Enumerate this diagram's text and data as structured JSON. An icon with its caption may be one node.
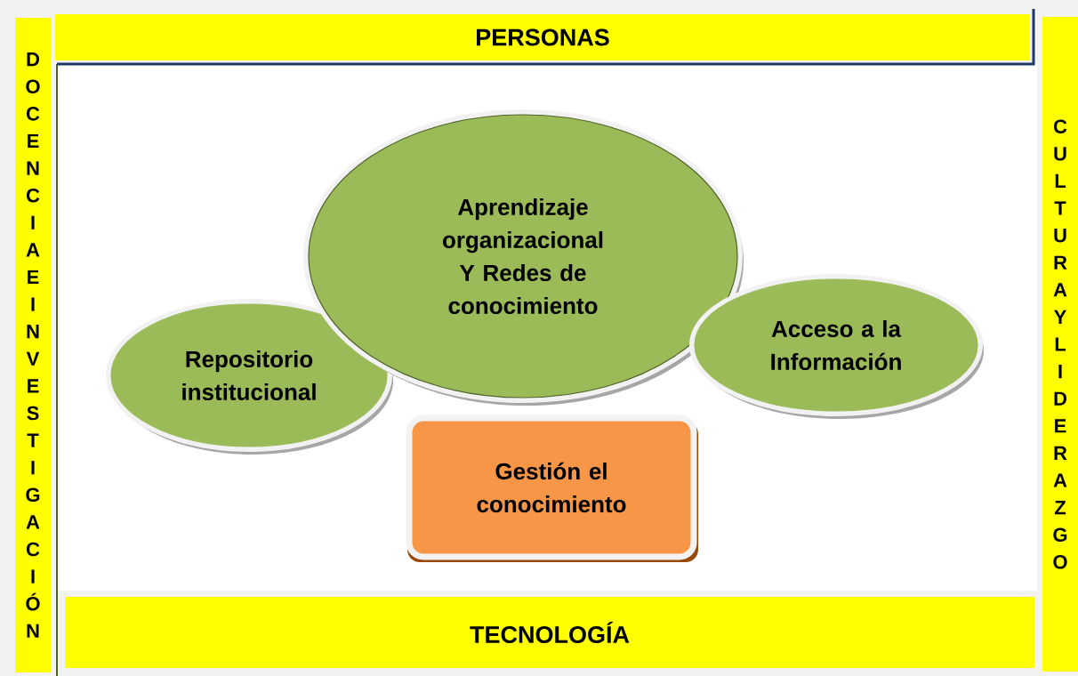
{
  "diagram": {
    "nodes": [
      {
        "text": [
          "DOCENCIA E INVESTIGACIÓN"
        ]
      },
      {
        "text": [
          "PERSONAS"
        ]
      },
      {
        "text": [
          "CULTURA Y LIDERAZGO"
        ]
      },
      {
        "text": [
          "Aprendizaje organizacional Y Redes de conocimiento"
        ]
      },
      {
        "text": [
          "Repositorio institucional"
        ]
      },
      {
        "text": [
          "Acceso a la Información"
        ]
      },
      {
        "text": [
          "Gestión el conocimiento"
        ]
      },
      {
        "text": [
          "TECNOLOGÍA"
        ]
      }
    ]
  }
}
